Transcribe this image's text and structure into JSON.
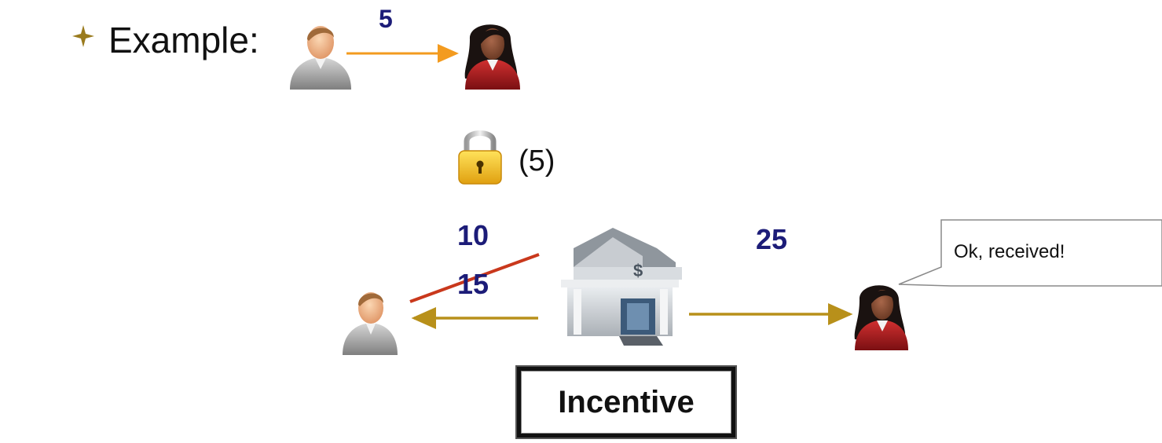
{
  "slide": {
    "heading": "Example:",
    "top_amount": "5",
    "lock_amount": "(5)",
    "old_amount": "10",
    "new_amount": "15",
    "right_amount": "25",
    "speech_bubble": "Ok, received!",
    "incentive_label": "Incentive"
  },
  "colors": {
    "amount_text": "#1c1c78",
    "top_arrow": "#f39b1f",
    "bank_arrows": "#b8901a",
    "strike_line": "#c9381c",
    "bullet_star": "#9a7b1e"
  },
  "icons": [
    "star-bullet-icon",
    "male-user-icon",
    "female-user-icon",
    "padlock-icon",
    "bank-icon"
  ]
}
